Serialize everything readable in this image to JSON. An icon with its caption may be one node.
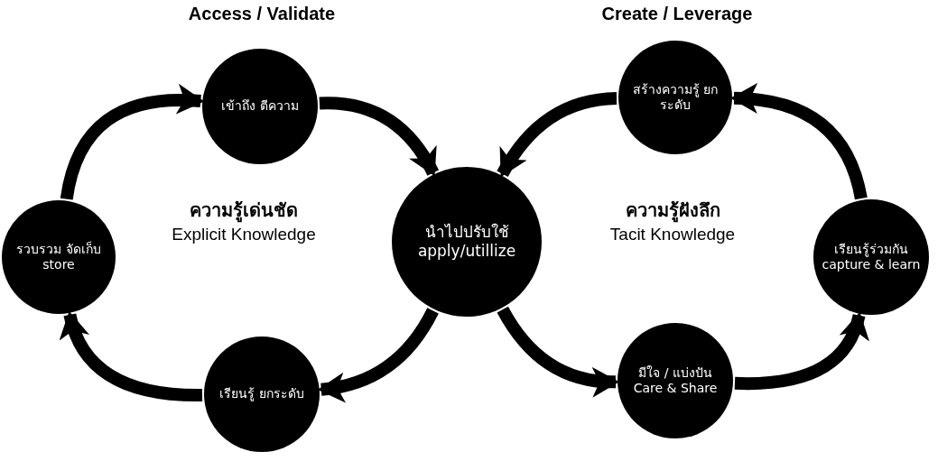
{
  "diagram": {
    "nodes": [
      {
        "text": [
          "เข้าถึง ตีความ"
        ]
      },
      {
        "text": [
          "รวบรวม จัดเก็บ",
          "store"
        ]
      },
      {
        "text": [
          "เรียนรู้ ยกระดับ"
        ]
      },
      {
        "text": [
          "นำไปปรับใช้",
          "apply/utillize"
        ]
      },
      {
        "text": [
          "สร้างความรู้ ยกระดับ"
        ]
      },
      {
        "text": [
          "เรียนรู้ร่วมกัน",
          "capture & learn"
        ]
      },
      {
        "text": [
          "มีใจ / แบ่งปัน",
          "Care & Share"
        ]
      }
    ],
    "edges": [
      {
        "from": 1,
        "to": 0,
        "arrow": "to"
      },
      {
        "from": 0,
        "to": 3,
        "arrow": "to"
      },
      {
        "from": 3,
        "to": 2,
        "arrow": "to"
      },
      {
        "from": 2,
        "to": 1,
        "arrow": "to"
      },
      {
        "from": 3,
        "to": 6,
        "arrow": "to"
      },
      {
        "from": 6,
        "to": 5,
        "arrow": "to"
      },
      {
        "from": 5,
        "to": 4,
        "arrow": "to"
      },
      {
        "from": 4,
        "to": 3,
        "arrow": "to"
      }
    ],
    "labels": [
      "Access / Validate",
      "Create / Leverage",
      "ความรู้เด่นชัด",
      "Explicit Knowledge",
      "ความรู้ฝังลึก",
      "Tacit Knowledge"
    ]
  }
}
